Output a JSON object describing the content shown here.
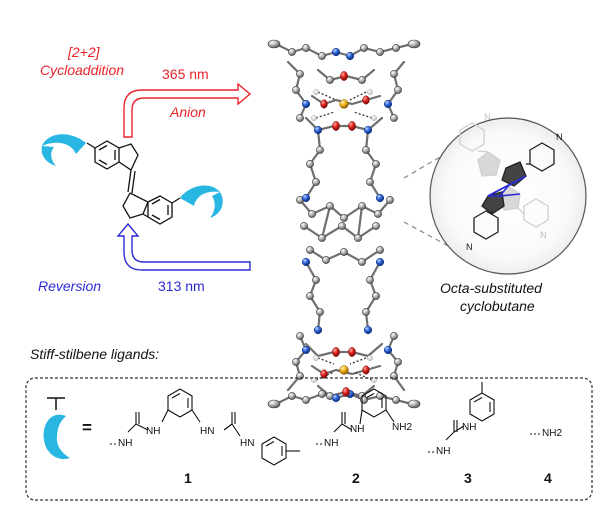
{
  "labels": {
    "cycloaddition_l1": "[2+2]",
    "cycloaddition_l2": "Cycloaddition",
    "wavelength_forward": "365 nm",
    "anion": "Anion",
    "reversion": "Reversion",
    "wavelength_reverse": "313 nm",
    "octa_l1": "Octa-substituted",
    "octa_l2": "cyclobutane",
    "ligands_title": "Stiff-stilbene ligands:",
    "equals": "=",
    "nitrogen": "N"
  },
  "ligands": [
    {
      "number": "1",
      "groups": [
        "NH",
        "NH",
        "HN",
        "HN"
      ]
    },
    {
      "number": "2",
      "groups": [
        "NH",
        "NH",
        "NH2"
      ]
    },
    {
      "number": "3",
      "groups": [
        "NH",
        "NH"
      ]
    },
    {
      "number": "4",
      "groups": [
        "NH2"
      ]
    }
  ],
  "colors": {
    "forward": "#e8232a",
    "reverse": "#2b2bd6",
    "cyan": "#29b6e3",
    "atom_carbon": "#9a9a9a",
    "atom_nitrogen": "#2b62d9",
    "atom_oxygen": "#e0201c",
    "atom_sulfur": "#f0b21a"
  }
}
